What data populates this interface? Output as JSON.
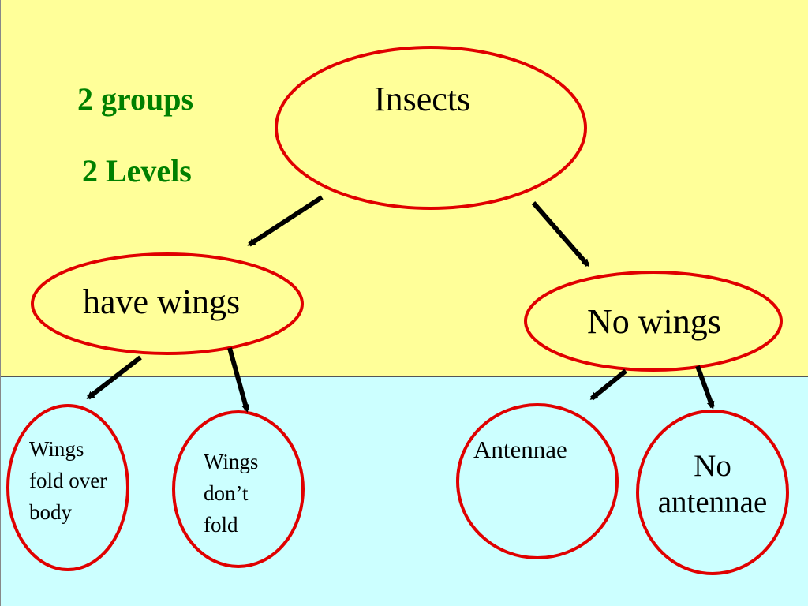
{
  "notes": {
    "groups": "2 groups",
    "levels": "2 Levels"
  },
  "nodes": {
    "root": "Insects",
    "have_wings": "have wings",
    "no_wings": "No wings",
    "wings_fold_line1": "Wings",
    "wings_fold_line2": "fold over",
    "wings_fold_line3": "body",
    "wings_dont_line1": "Wings",
    "wings_dont_line2": "don’t",
    "wings_dont_line3": "fold",
    "antennae": "Antennae",
    "no_antennae_line1": "No",
    "no_antennae_line2": "antennae"
  },
  "colors": {
    "top_band": "#ffff99",
    "bottom_band": "#ccffff",
    "node_outline": "#e00000",
    "note_text": "#008000",
    "arrow": "#000000"
  }
}
